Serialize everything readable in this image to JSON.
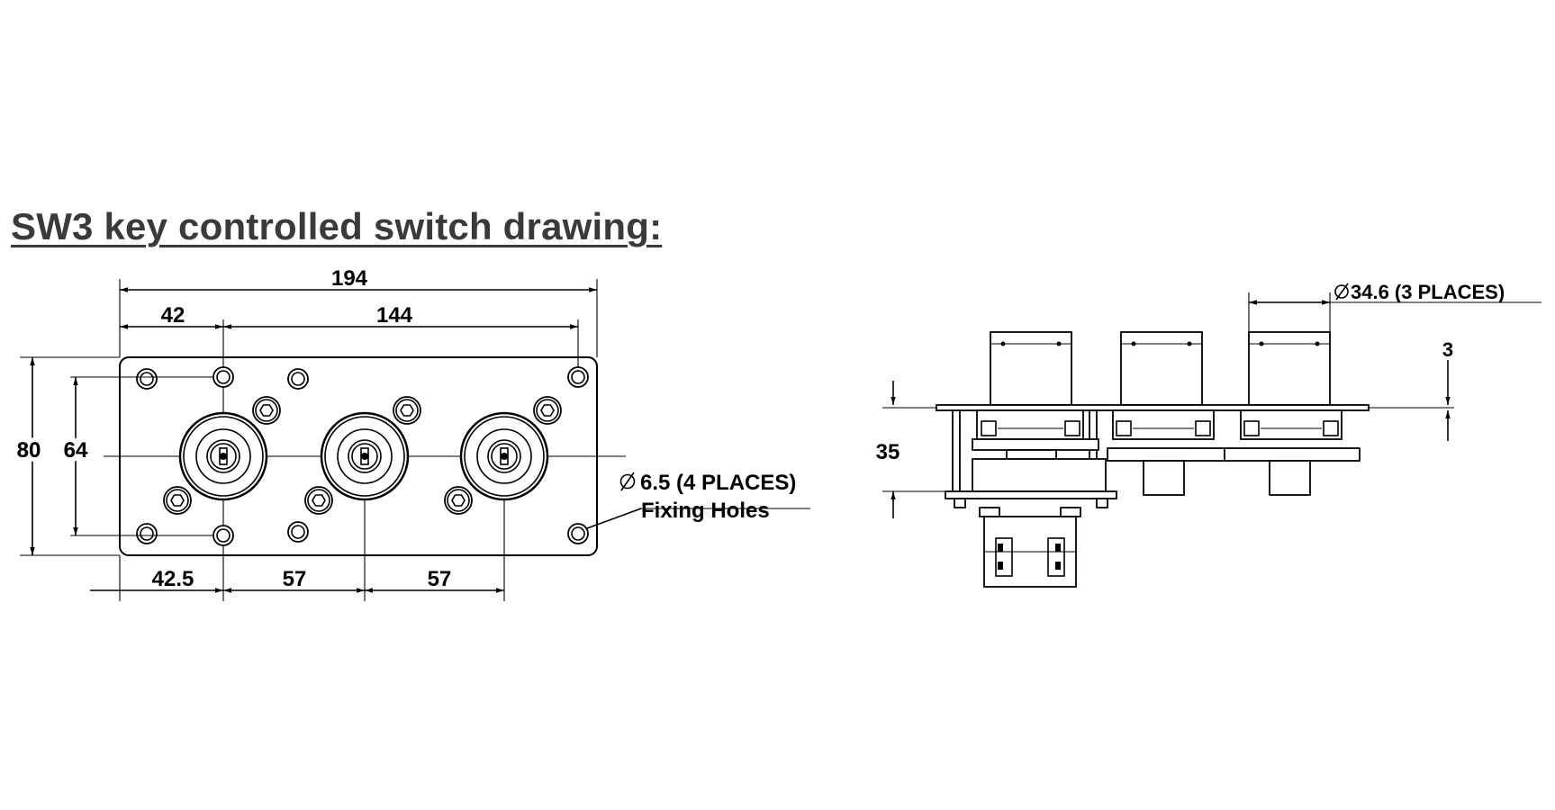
{
  "title": "SW3 key controlled switch drawing:",
  "front_view": {
    "dims": {
      "overall_width": "194",
      "hole_offset": "42",
      "hole_spacing": "144",
      "overall_height": "80",
      "hole_vertical": "64",
      "first_switch": "42.5",
      "switch_pitch_1": "57",
      "switch_pitch_2": "57"
    },
    "fixing_hole_diameter": "6.5 (4 PLACES)",
    "fixing_hole_label": "Fixing Holes"
  },
  "side_view": {
    "dims": {
      "switch_diameter": "34.6 (3 PLACES)",
      "plate_thickness": "3",
      "depth": "35"
    }
  }
}
